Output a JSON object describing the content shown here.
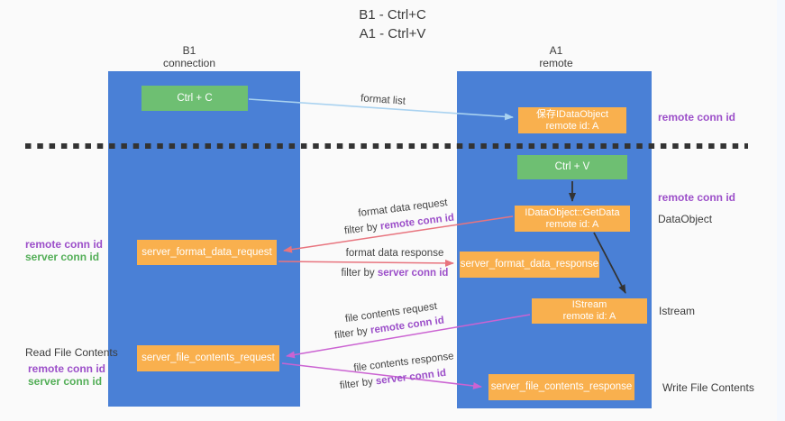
{
  "colors": {
    "lane_blue": "#4a80d6",
    "box_orange": "#f9b04e",
    "box_green": "#6ebf72",
    "arrow_salmon": "#e8747e",
    "arrow_magenta": "#cb63d2",
    "arrow_light_blue": "#a9d2f0",
    "arrow_black": "#333333",
    "text_purple": "#9c4fc9",
    "text_green": "#53ae57",
    "text_dark": "#3c3c3c"
  },
  "title": {
    "line1": "B1 - Ctrl+C",
    "line2": "A1 - Ctrl+V"
  },
  "lanes": {
    "b1": {
      "title": "B1",
      "subtitle": "connection"
    },
    "a1": {
      "title": "A1",
      "subtitle": "remote"
    }
  },
  "boxes": {
    "ctrl_c": {
      "label": "Ctrl + C"
    },
    "save_dataobject": {
      "line1": "保存IDataObject",
      "line2": "remote id: A"
    },
    "ctrl_v": {
      "label": "Ctrl + V"
    },
    "getdata": {
      "line1": "IDataObject::GetData",
      "line2": "remote id: A"
    },
    "format_request": {
      "label": "server_format_data_request"
    },
    "format_response": {
      "label": "server_format_data_response"
    },
    "istream": {
      "line1": "IStream",
      "line2": "remote id: A"
    },
    "file_request": {
      "label": "server_file_contents_request"
    },
    "file_response": {
      "label": "server_file_contents_response"
    }
  },
  "arrow_labels": {
    "format_list": "format list",
    "format_data_request": "format data request",
    "format_data_response": "format data response",
    "file_contents_request": "file contents request",
    "file_contents_response": "file contents response",
    "filter_by": "filter by ",
    "remote_conn_id": "remote conn id",
    "server_conn_id": "server conn id"
  },
  "side_labels": {
    "right": {
      "remote_conn_id_1": "remote conn id",
      "remote_conn_id_2": "remote conn id",
      "dataobject": "DataObject",
      "istream": "Istream",
      "write_file_contents": "Write File Contents"
    },
    "left": {
      "remote_conn_id_1": "remote conn id",
      "server_conn_id_1": "server conn id",
      "read_file_contents": "Read File Contents",
      "remote_conn_id_2": "remote conn id",
      "server_conn_id_2": "server conn id"
    }
  }
}
